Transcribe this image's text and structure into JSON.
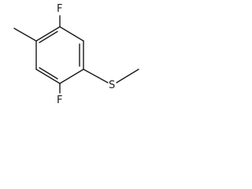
{
  "molecule": {
    "atoms": {
      "f_top": "F",
      "f_bottom": "F",
      "s": "S"
    }
  }
}
